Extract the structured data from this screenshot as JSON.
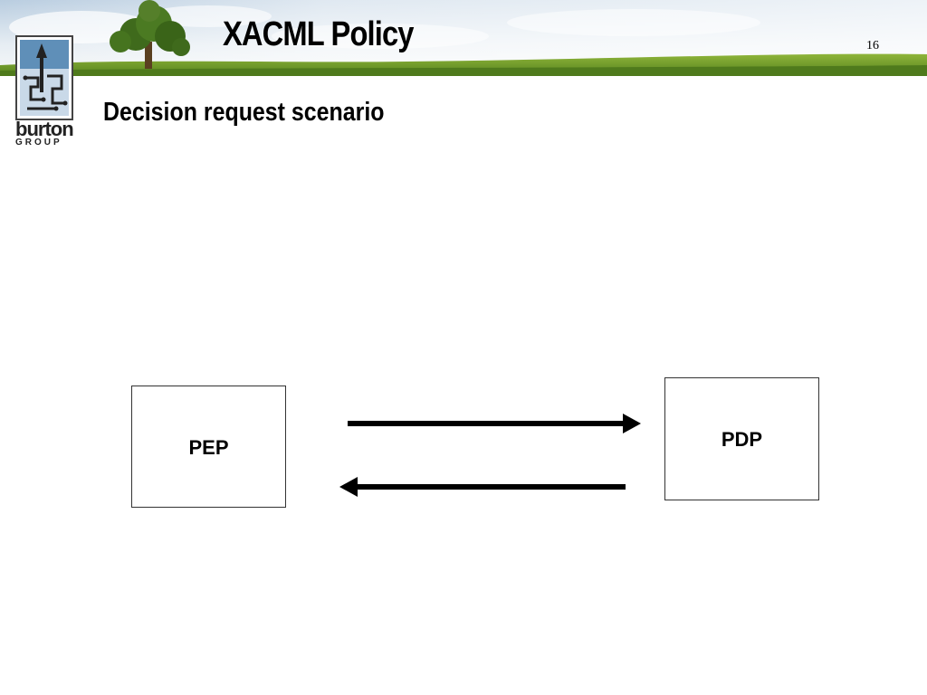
{
  "header": {
    "title": "XACML Policy",
    "slide_number": "16"
  },
  "logo": {
    "word": "burton",
    "sub": "GROUP"
  },
  "subtitle": "Decision request scenario",
  "diagram": {
    "left_box_label": "PEP",
    "right_box_label": "PDP"
  }
}
